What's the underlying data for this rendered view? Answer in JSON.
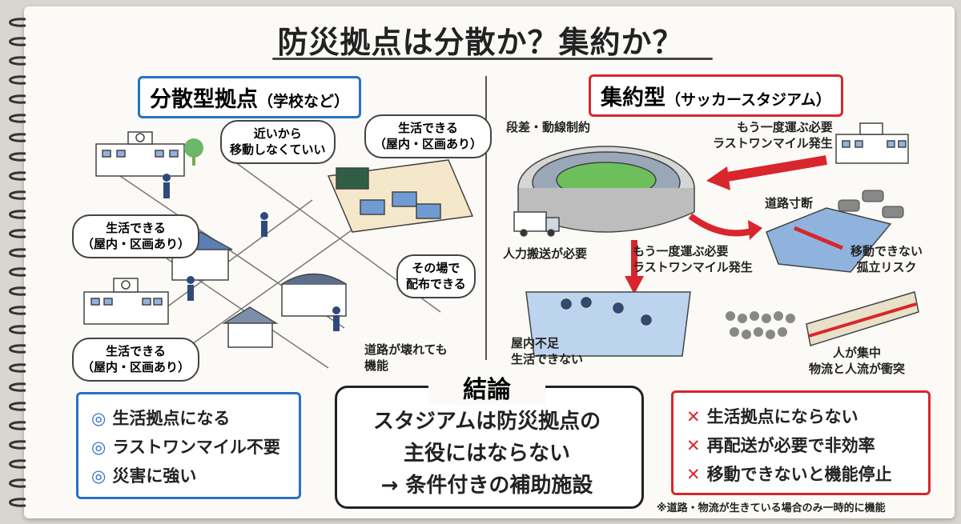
{
  "title": "防災拠点は分散か？集約か？",
  "left_header": {
    "main": "分散型拠点",
    "sub": "（学校など）"
  },
  "right_header": {
    "main": "集約型",
    "sub": "（サッカースタジアム）"
  },
  "left_bubbles": {
    "near": [
      "近いから",
      "移動しなくていい"
    ],
    "life_top": [
      "生活できる",
      "（屋内・区画あり）"
    ],
    "life_mid": [
      "生活できる",
      "（屋内・区画あり）"
    ],
    "life_bottom": [
      "生活できる",
      "（屋内・区画あり）"
    ],
    "distribute": [
      "その場で",
      "配布できる"
    ],
    "road": [
      "道路が壊れても",
      "機能"
    ]
  },
  "right_labels": {
    "steps": "段差・動線制約",
    "last_mile_top": [
      "もう一度運ぶ必要",
      "ラストワンマイル発生"
    ],
    "road_cut": "道路寸断",
    "manual": "人力搬送が必要",
    "last_mile_mid": [
      "もう一度運ぶ必要",
      "ラストワンマイル発生"
    ],
    "isolation": [
      "移動できない",
      "孤立リスク"
    ],
    "indoor": [
      "屋内不足",
      "生活できない"
    ],
    "crowd": [
      "人が集中",
      "物流と人流が衝突"
    ]
  },
  "left_list": {
    "mark": "◎",
    "items": [
      "生活拠点になる",
      "ラストワンマイル不要",
      "災害に強い"
    ]
  },
  "conclusion": {
    "title": "結論",
    "lines": [
      "スタジアムは防災拠点の",
      "主役にはならない",
      "→ 条件付きの補助施設"
    ]
  },
  "right_list": {
    "mark": "✕",
    "items": [
      "生活拠点にならない",
      "再配送が必要で非効率",
      "移動できないと機能停止"
    ]
  },
  "footnote": "※道路・物流が生きている場合のみ一時的に機能",
  "colors": {
    "blue": "#2a6fc6",
    "red": "#d9262d",
    "ink": "#222222"
  }
}
